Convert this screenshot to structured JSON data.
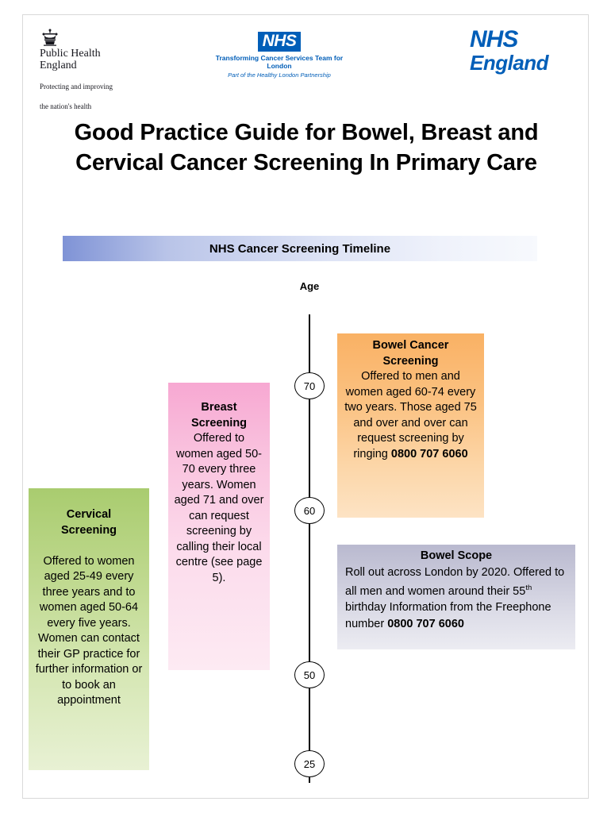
{
  "header": {
    "phe": {
      "name_line1": "Public Health",
      "name_line2": "England",
      "strapline_line1": "Protecting and improving",
      "strapline_line2": "the nation's health",
      "crown_icon": "royal-crown-icon"
    },
    "tcst": {
      "nhs_mark": "NHS",
      "line1": "Transforming Cancer Services Team for London",
      "line2": "Part of the Healthy London Partnership"
    },
    "nhs_england": {
      "line1": "NHS",
      "line2": "England"
    }
  },
  "title": "Good Practice Guide for Bowel, Breast and Cervical Cancer Screening In Primary Care",
  "banner": {
    "label": "NHS Cancer Screening Timeline"
  },
  "timeline": {
    "axis_label": "Age",
    "nodes": [
      {
        "value": "70"
      },
      {
        "value": "60"
      },
      {
        "value": "50"
      },
      {
        "value": "25"
      }
    ]
  },
  "boxes": {
    "bowel": {
      "title_line1": "Bowel Cancer",
      "title_line2": "Screening",
      "body": "Offered to men and women aged 60-74 every two years. Those aged 75 and over and over can request screening by ringing ",
      "phone": "0800 707 6060",
      "color": "#f9b164"
    },
    "breast": {
      "title_line1": "Breast",
      "title_line2": "Screening",
      "body": "Offered to women aged 50-70 every three years. Women aged 71 and over can request screening by calling their local centre (see page 5).",
      "color": "#f7a8d2"
    },
    "cervical": {
      "title_line1": "Cervical",
      "title_line2": "Screening",
      "body": "Offered to women aged 25-49 every three years and to women aged 50-64 every five years. Women can contact their GP practice for further information or to book an appointment",
      "color": "#a9cc6f"
    },
    "bowel_scope": {
      "title": "Bowel Scope",
      "body_part1": "Roll out across London by 2020. Offered to all men and women around their 55",
      "superscript": "th",
      "body_part2": " birthday Information from the Freephone number ",
      "phone": "0800 707 6060",
      "color": "#b9b9cf"
    }
  }
}
